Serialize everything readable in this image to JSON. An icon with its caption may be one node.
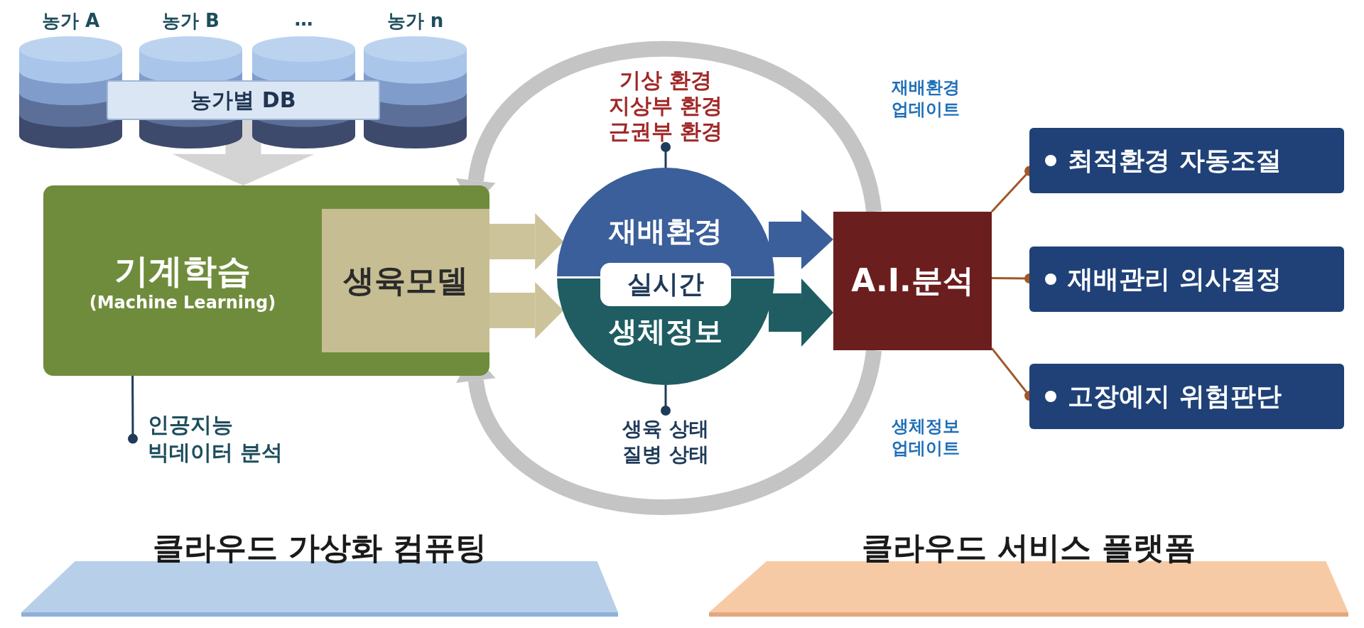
{
  "diagram": {
    "nodes": [
      {
        "text": [
          "농가 A"
        ]
      },
      {
        "text": [
          "농가 B"
        ]
      },
      {
        "text": [
          "…"
        ]
      },
      {
        "text": [
          "농가 n"
        ]
      },
      {
        "text": [
          "농가별 DB"
        ]
      },
      {
        "text": [
          "기계학습",
          "(Machine Learning)"
        ]
      },
      {
        "text": [
          "생육모델"
        ],
        "in": 5
      },
      {
        "text": [
          "인공지능 빅데이터 분석"
        ]
      },
      {
        "text": [
          "기상 환경 지상부 환경 근권부 환경"
        ]
      },
      {
        "text": [
          "재배환경",
          "생체정보"
        ]
      },
      {
        "text": [
          "실시간"
        ],
        "in": 9
      },
      {
        "text": [
          "생육 상태 질병 상태"
        ]
      },
      {
        "text": [
          "A.I.분석"
        ]
      },
      {
        "text": [
          "최적환경 자동조절"
        ]
      },
      {
        "text": [
          "재배관리 의사결정"
        ]
      },
      {
        "text": [
          "고장예지 위험판단"
        ]
      },
      {
        "text": [
          "클라우드 가상화 컴퓨팅"
        ]
      },
      {
        "text": [
          "클라우드 서비스 플랫폼"
        ]
      }
    ],
    "edges": [
      {
        "from": 4,
        "to": 5,
        "arrow": "to",
        "style": "thick",
        "color": "#d4d4d4"
      },
      {
        "from": 6,
        "to": 9,
        "arrow": "to",
        "style": "thick",
        "color": "#cdc39a"
      },
      {
        "from": 6,
        "to": 9,
        "arrow": "to",
        "style": "thick",
        "color": "#cdc39a"
      },
      {
        "from": 9,
        "to": 12,
        "arrow": "to",
        "style": "thick",
        "color": "#3b5f9b"
      },
      {
        "from": 9,
        "to": 12,
        "arrow": "to",
        "style": "thick",
        "color": "#1f5d62"
      },
      {
        "from": 12,
        "to": 6,
        "arrow": "to",
        "color": "#c4c4c4",
        "label": "재배환경 업데이트"
      },
      {
        "from": 12,
        "to": 6,
        "arrow": "to",
        "color": "#c4c4c4",
        "label": "생체정보 업데이트"
      },
      {
        "from": 7,
        "to": 5,
        "arrow": "other",
        "color": "#1f3a5a"
      },
      {
        "from": 8,
        "to": 9,
        "arrow": "other",
        "color": "#1f3a5a"
      },
      {
        "from": 11,
        "to": 9,
        "arrow": "other",
        "color": "#1f3a5a"
      },
      {
        "from": 13,
        "to": 12,
        "arrow": "other",
        "color": "#a0582a"
      },
      {
        "from": 14,
        "to": 12,
        "arrow": "other",
        "color": "#a0582a"
      },
      {
        "from": 15,
        "to": 12,
        "arrow": "other",
        "color": "#a0582a"
      }
    ]
  }
}
